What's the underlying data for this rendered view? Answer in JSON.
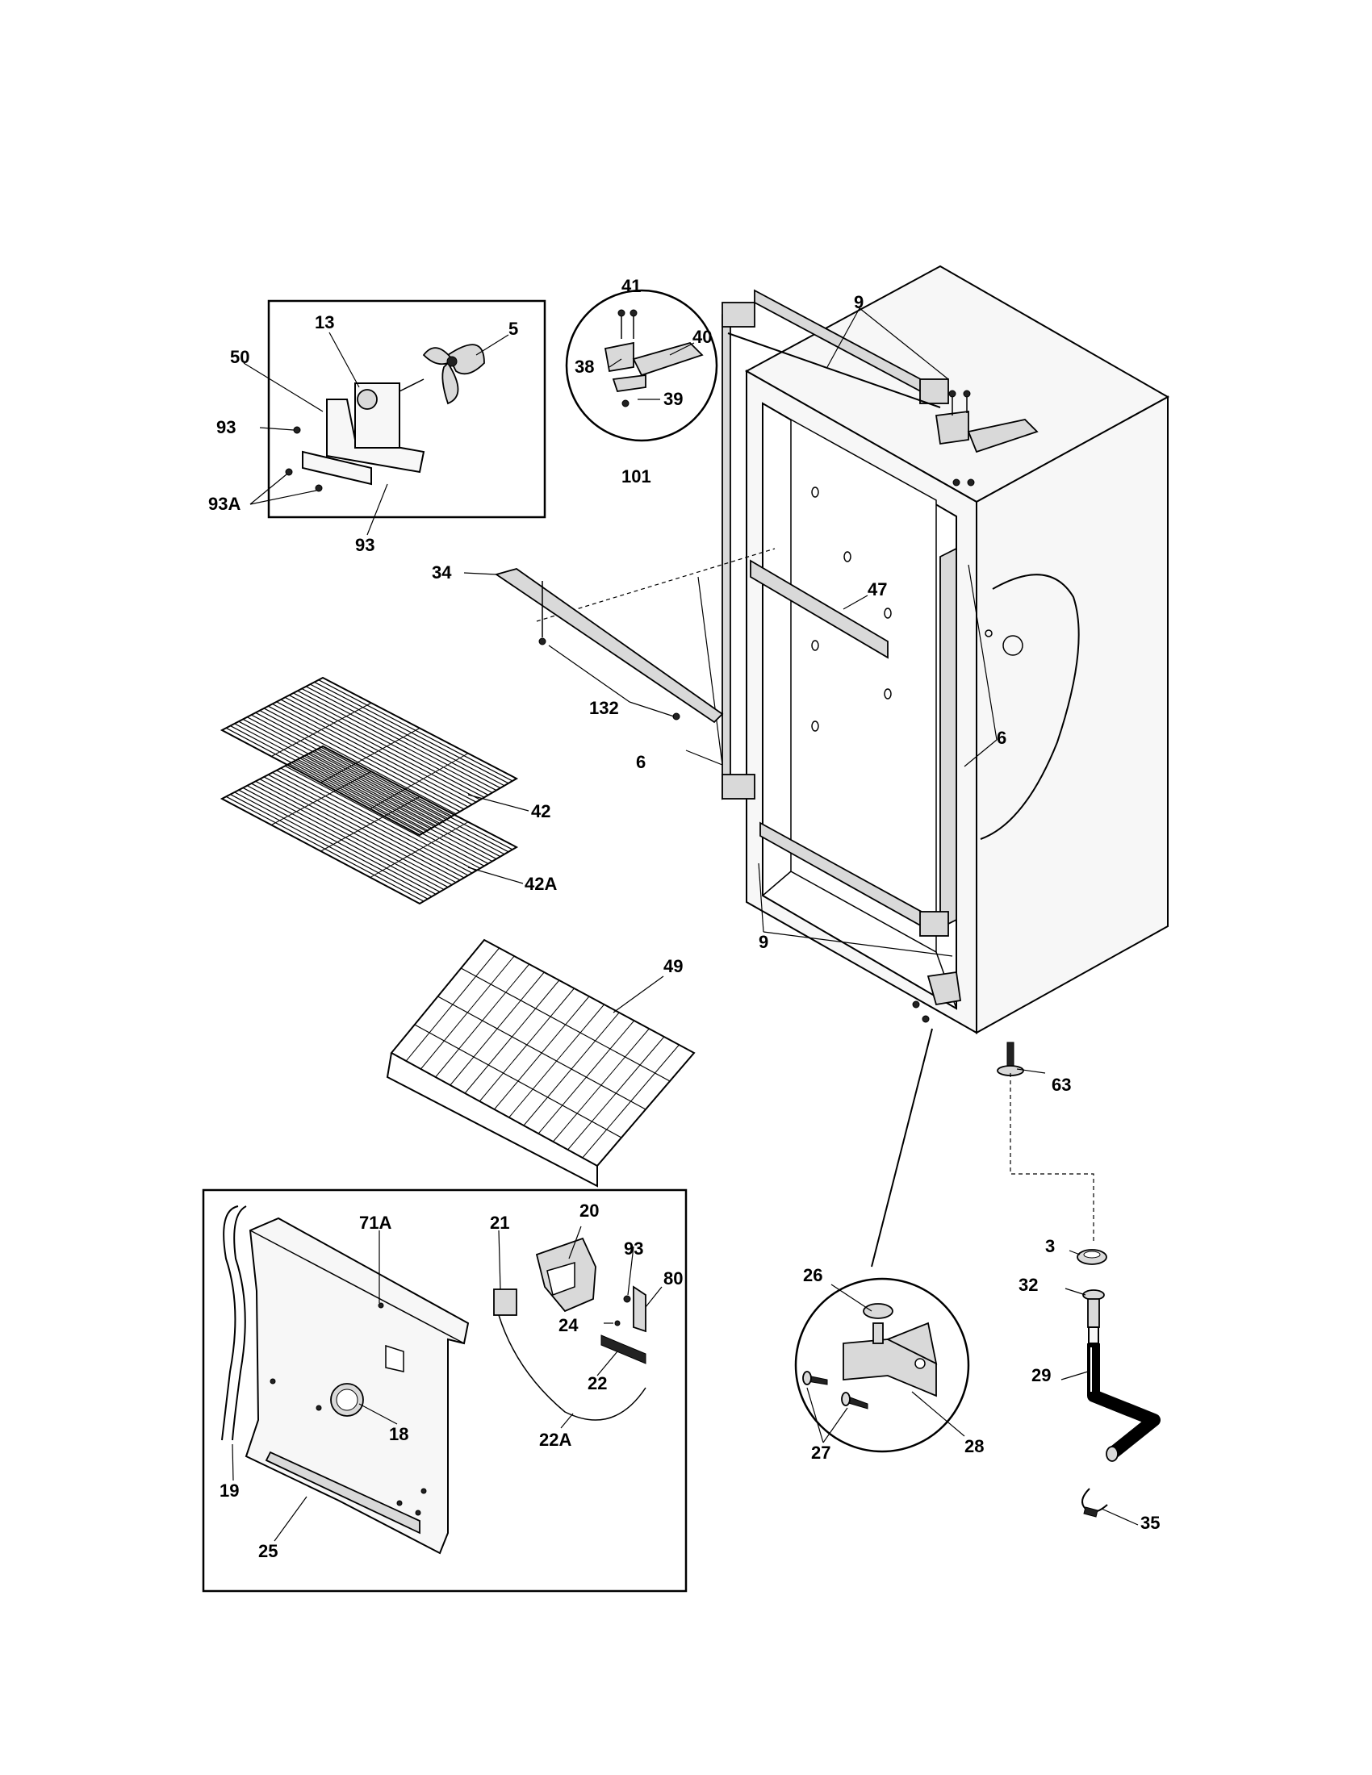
{
  "labels": {
    "l_5": "5",
    "l_13": "13",
    "l_50": "50",
    "l_93a": "93",
    "l_93b": "93A",
    "l_93c": "93",
    "l_41": "41",
    "l_40": "40",
    "l_38": "38",
    "l_39": "39",
    "l_101": "101",
    "l_9a": "9",
    "l_9b": "9",
    "l_34": "34",
    "l_47": "47",
    "l_132": "132",
    "l_6a": "6",
    "l_6b": "6",
    "l_42": "42",
    "l_42a": "42A",
    "l_49": "49",
    "l_63": "63",
    "l_71a": "71A",
    "l_21": "21",
    "l_20": "20",
    "l_93d": "93",
    "l_80": "80",
    "l_24": "24",
    "l_22": "22",
    "l_22a": "22A",
    "l_18": "18",
    "l_19": "19",
    "l_25": "25",
    "l_26": "26",
    "l_27": "27",
    "l_28": "28",
    "l_3": "3",
    "l_32": "32",
    "l_29": "29",
    "l_35": "35"
  }
}
